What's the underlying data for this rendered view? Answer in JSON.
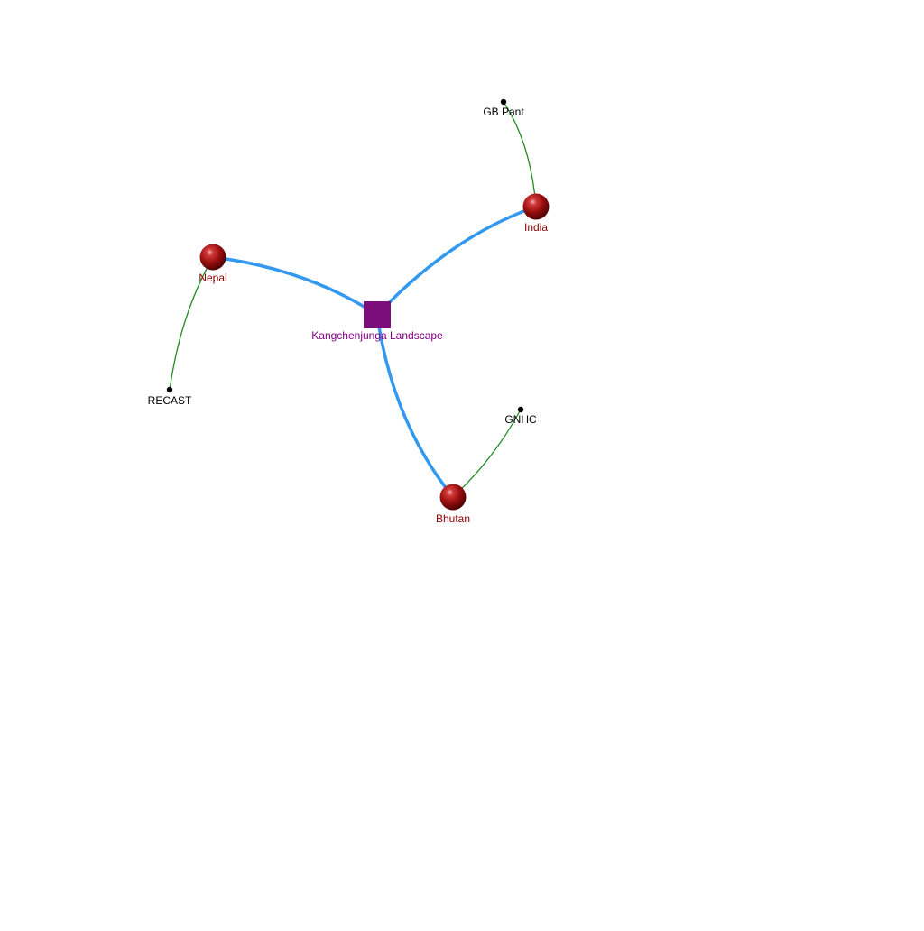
{
  "graph": {
    "hub": {
      "id": "kangchenjunga",
      "label": "Kangchenjunga Landscape",
      "shape": "square",
      "color": "#7b0e7b",
      "label_color": "#800080"
    },
    "countries": [
      {
        "id": "india",
        "label": "India"
      },
      {
        "id": "nepal",
        "label": "Nepal"
      },
      {
        "id": "bhutan",
        "label": "Bhutan"
      }
    ],
    "partners": [
      {
        "id": "gb-pant",
        "label": "GB Pant",
        "country": "india"
      },
      {
        "id": "recast",
        "label": "RECAST",
        "country": "nepal"
      },
      {
        "id": "gnhc",
        "label": "GNHC",
        "country": "bhutan"
      }
    ],
    "edges": [
      {
        "from": "kangchenjunga",
        "to": "india",
        "type": "hub-link"
      },
      {
        "from": "kangchenjunga",
        "to": "nepal",
        "type": "hub-link"
      },
      {
        "from": "kangchenjunga",
        "to": "bhutan",
        "type": "hub-link"
      },
      {
        "from": "india",
        "to": "gb-pant",
        "type": "partner-link"
      },
      {
        "from": "nepal",
        "to": "recast",
        "type": "partner-link"
      },
      {
        "from": "bhutan",
        "to": "gnhc",
        "type": "partner-link"
      }
    ],
    "colors": {
      "hub_edge": "#3399ee",
      "partner_edge": "#228b22",
      "country_node": "#9b0f0f",
      "country_label": "#8b0000",
      "partner_node": "#000000",
      "partner_label": "#000000"
    }
  }
}
